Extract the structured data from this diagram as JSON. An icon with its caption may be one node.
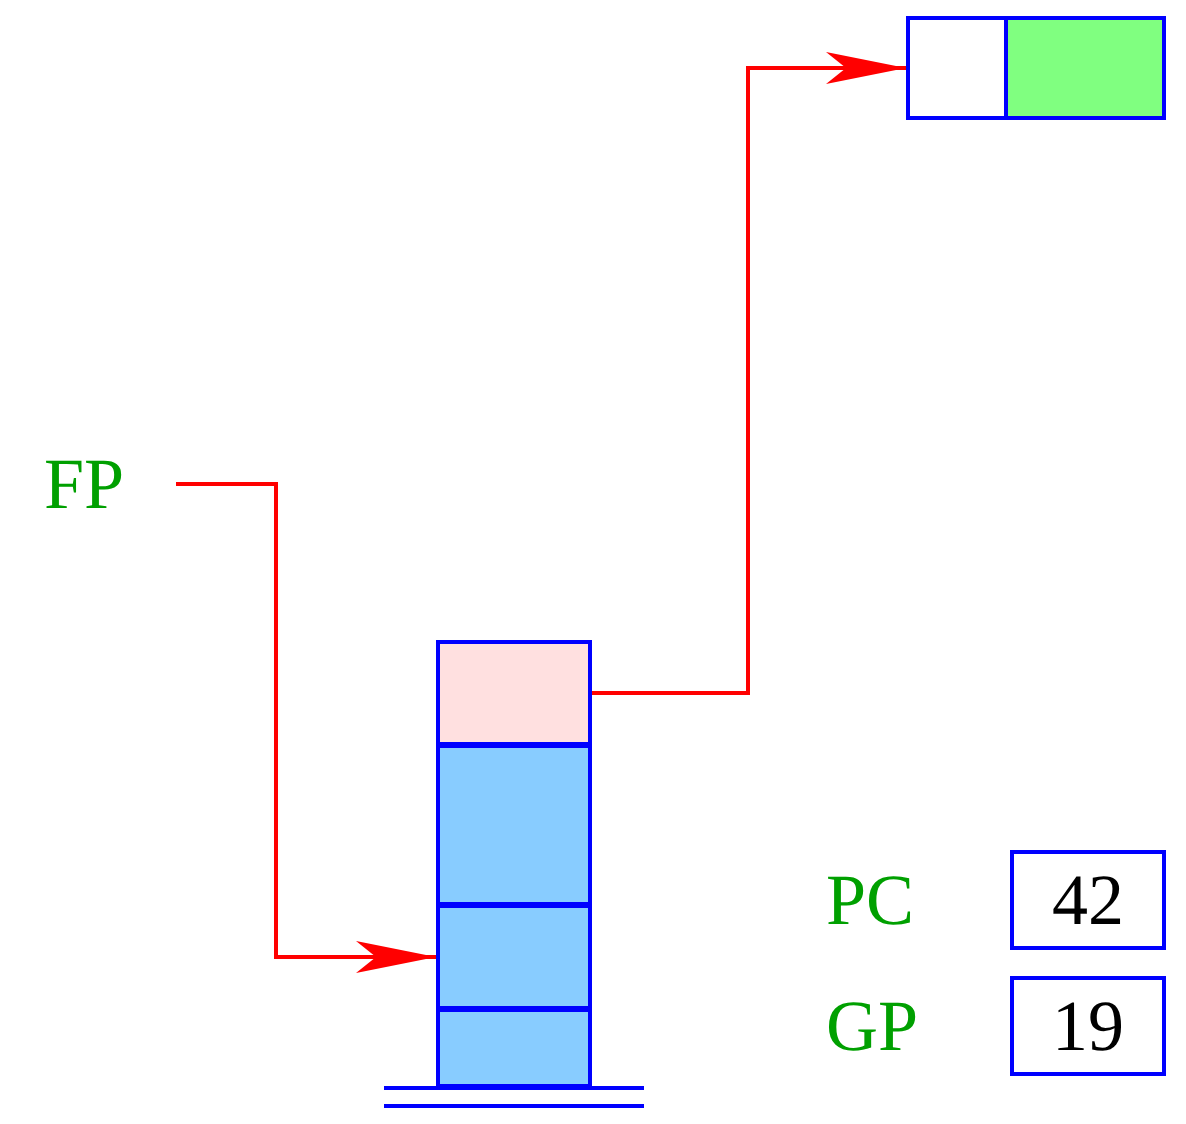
{
  "diagram": {
    "nodes": [
      {
        "text": [
          "FP"
        ]
      },
      {
        "text": [],
        "shape": "box"
      },
      {
        "text": [],
        "shape": "box"
      },
      {
        "text": [],
        "shape": "box"
      },
      {
        "text": [],
        "shape": "box"
      },
      {
        "text": [],
        "shape": "box"
      },
      {
        "text": [],
        "shape": "box"
      },
      {
        "text": [
          "42"
        ],
        "beside": [
          "PC"
        ]
      },
      {
        "text": [
          "19"
        ],
        "beside": [
          "GP"
        ]
      }
    ],
    "edges": [
      {
        "from": 0,
        "to": 3,
        "arrow": "to"
      },
      {
        "from": 1,
        "to": 5,
        "arrow": "to"
      }
    ]
  }
}
